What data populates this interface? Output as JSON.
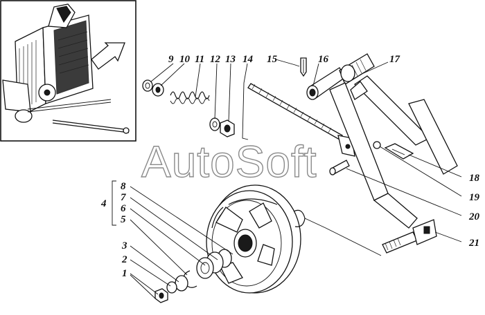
{
  "watermark": "AutoSoft",
  "callouts": {
    "n1": "1",
    "n2": "2",
    "n3": "3",
    "n4": "4",
    "n5": "5",
    "n6": "6",
    "n7": "7",
    "n8": "8",
    "n9": "9",
    "n10": "10",
    "n11": "11",
    "n12": "12",
    "n13": "13",
    "n14": "14",
    "n15": "15",
    "n16": "16",
    "n17": "17",
    "n18": "18",
    "n19": "19",
    "n20": "20",
    "n21": "21"
  },
  "colors": {
    "ink": "#111111",
    "watermark_outline": "#8a8a8a",
    "background": "#ffffff"
  }
}
